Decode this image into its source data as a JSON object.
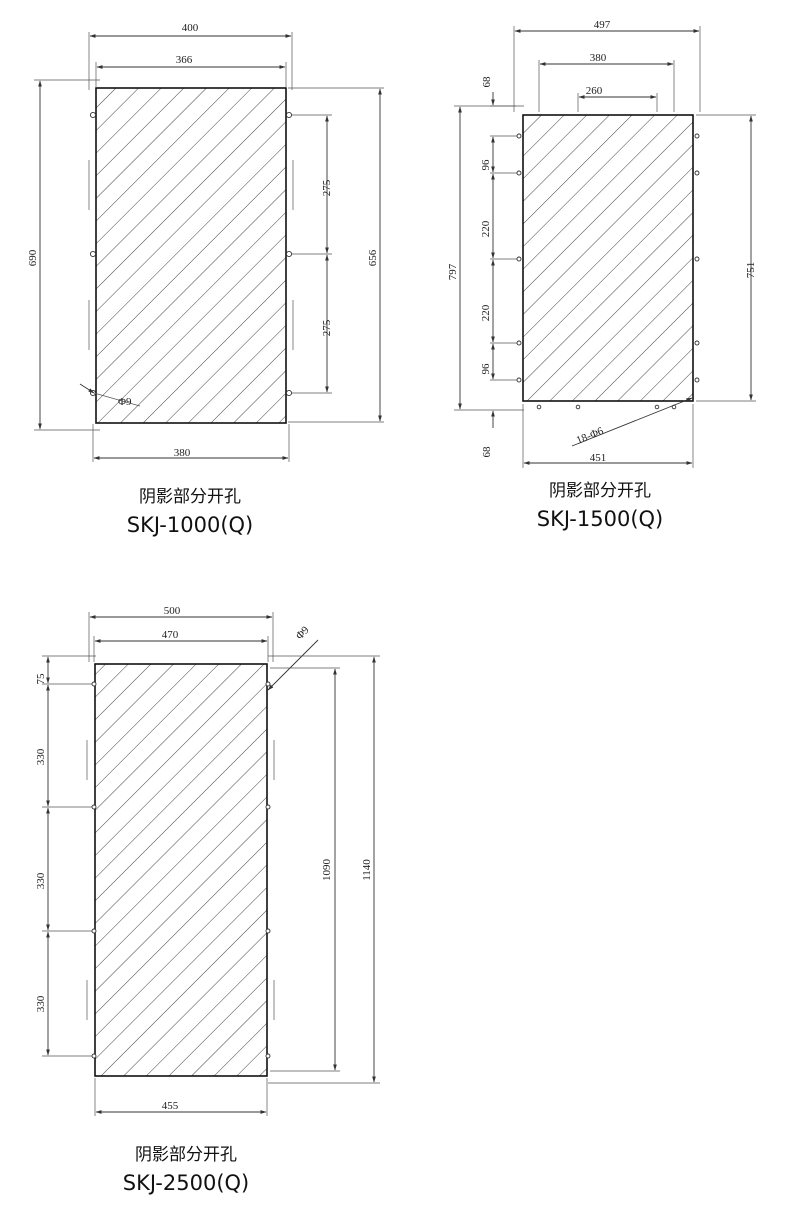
{
  "colors": {
    "line": "#333333",
    "hatch": "#444444",
    "background": "#ffffff"
  },
  "skj1000": {
    "dims": {
      "top_outer": "400",
      "top_inner": "366",
      "left_height": "690",
      "right_height": "656",
      "spacing_upper": "275",
      "spacing_lower": "275",
      "hole": "Φ9",
      "bottom_width": "380"
    },
    "caption": {
      "subtitle": "阴影部分开孔",
      "model": "SKJ-1000(Q)"
    }
  },
  "skj1500": {
    "dims": {
      "top_outer": "497",
      "top_mid": "380",
      "top_inner": "260",
      "top_offset": "68",
      "left_96_top": "96",
      "left_220_upper": "220",
      "left_total": "797",
      "left_220_lower": "220",
      "left_96_bottom": "96",
      "bottom_offset": "68",
      "right_height": "751",
      "hole": "18-Φ6",
      "bottom_width": "451"
    },
    "caption": {
      "subtitle": "阴影部分开孔",
      "model": "SKJ-1500(Q)"
    }
  },
  "skj2500": {
    "dims": {
      "top_outer": "500",
      "top_inner": "470",
      "hole": "Φ9",
      "left_75": "75",
      "left_330_a": "330",
      "left_330_b": "330",
      "left_330_c": "330",
      "inner_height": "1090",
      "outer_height": "1140",
      "bottom_width": "455"
    },
    "caption": {
      "subtitle": "阴影部分开孔",
      "model": "SKJ-2500(Q)"
    }
  }
}
